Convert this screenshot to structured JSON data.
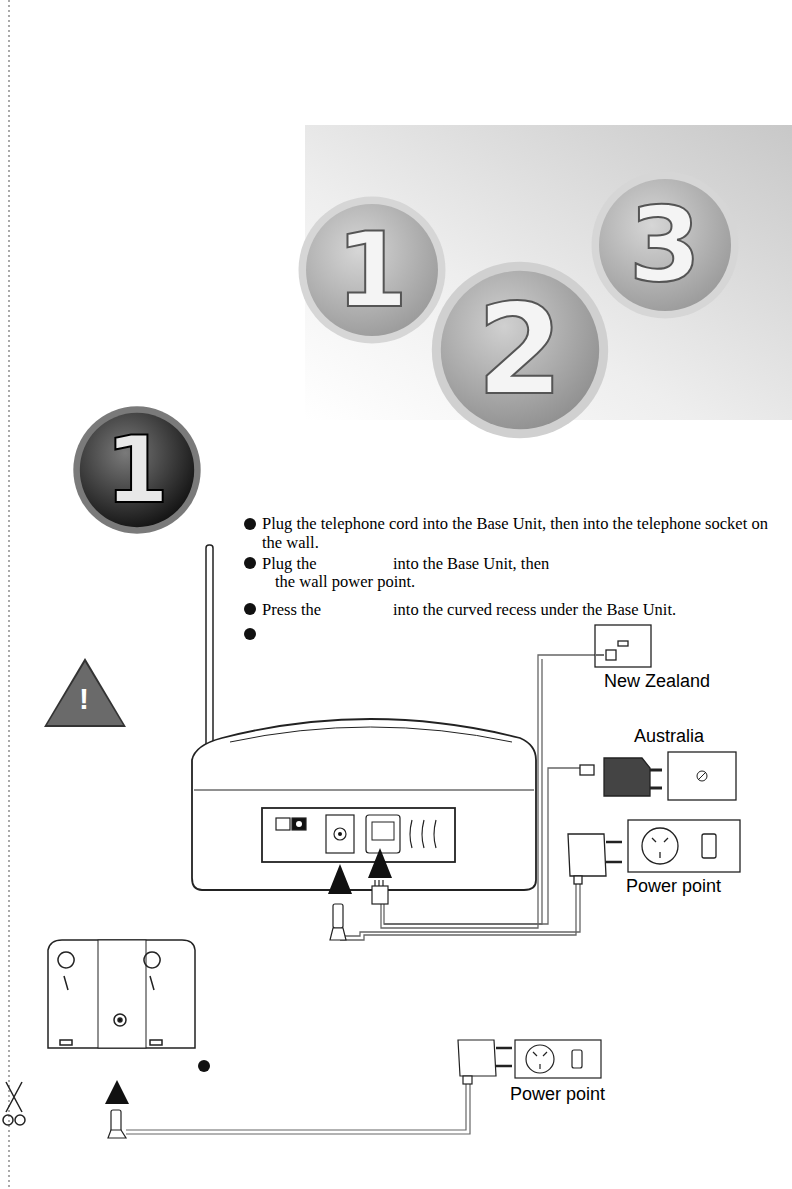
{
  "diagram": {
    "nodes": [
      {
        "text": [
          "1"
        ]
      },
      {
        "text": [
          "2"
        ]
      },
      {
        "text": [
          "3"
        ]
      },
      {
        "text": [
          "1"
        ]
      }
    ],
    "labels": [
      "Plug the telephone cord into the Base Unit, then into the telephone socket on the wall.",
      "Plug the",
      "into the Base Unit, then",
      "the wall power point.",
      "Press the",
      "into the curved recess under the Base Unit.",
      "New Zealand",
      "Australia",
      "Power point",
      "!",
      "Power point"
    ]
  }
}
